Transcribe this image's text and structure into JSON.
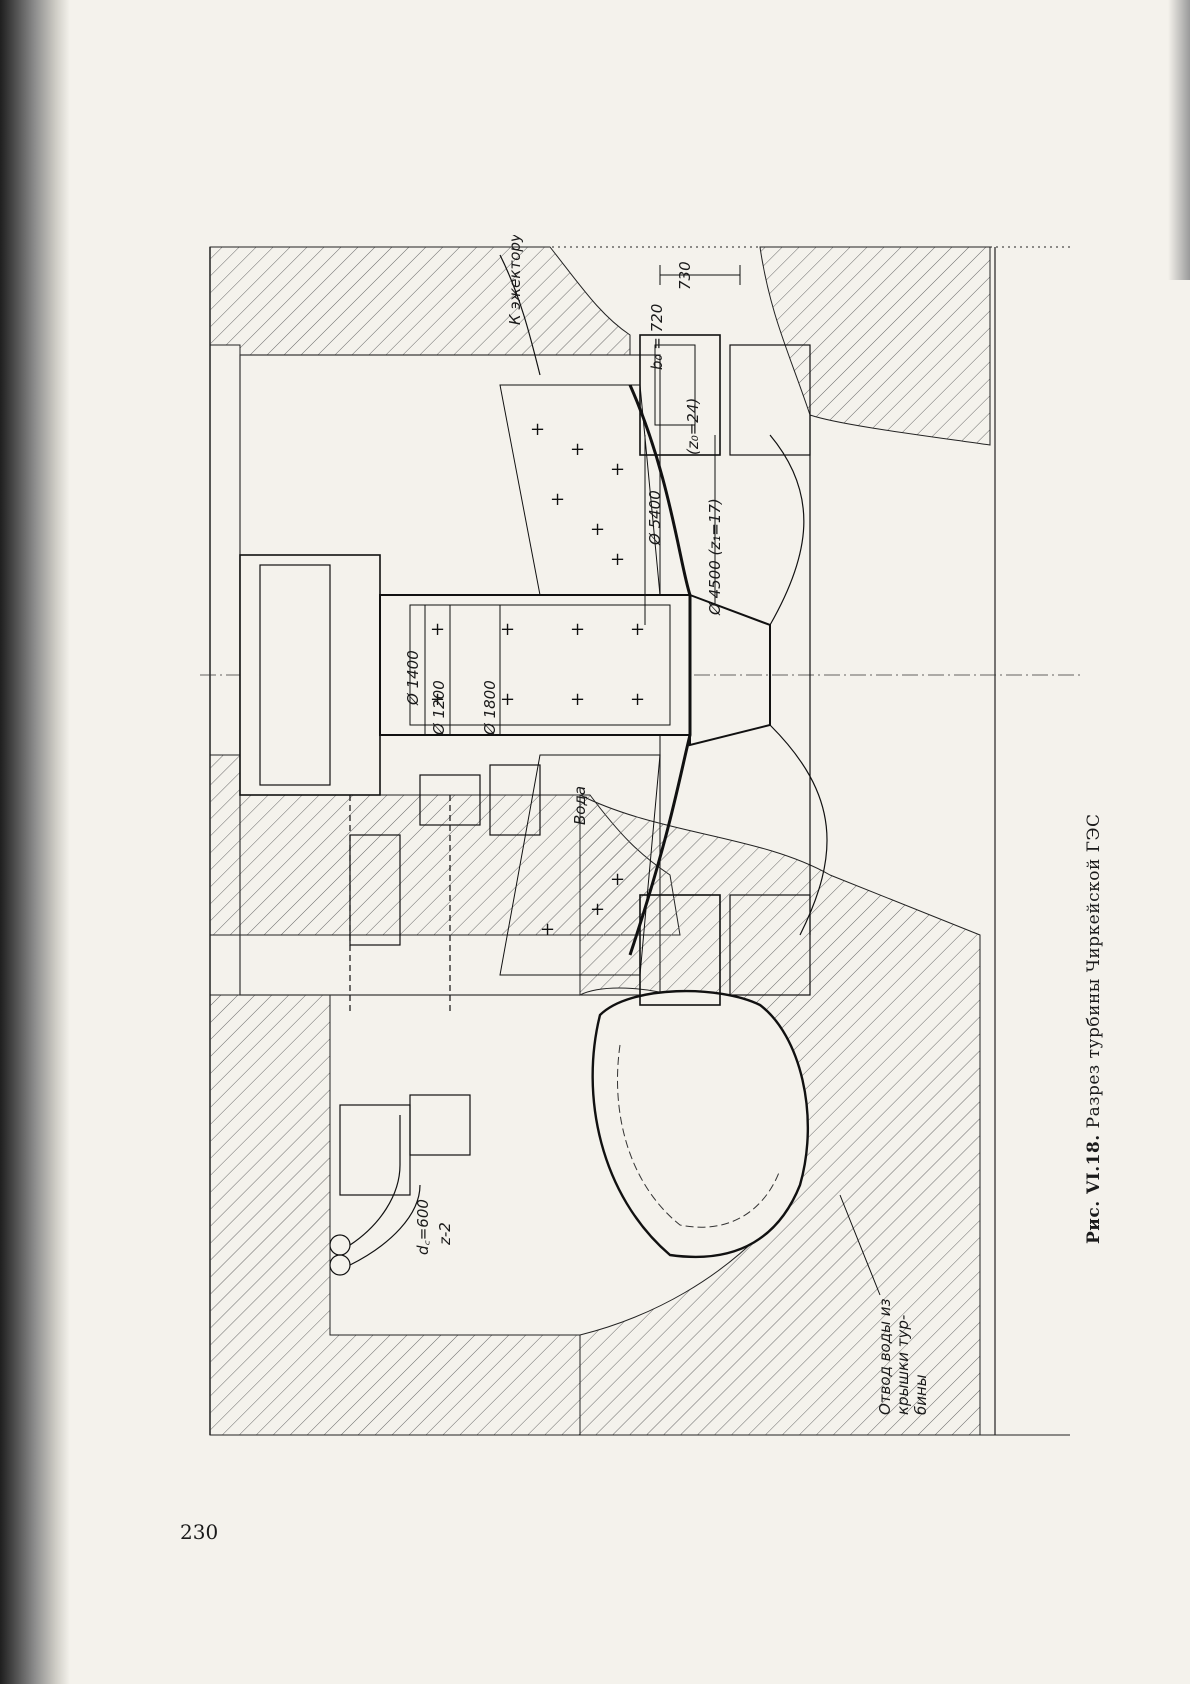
{
  "page": {
    "number": "230"
  },
  "caption": {
    "label": "Рис. VI.18.",
    "text": "Разрез турбины Чиркейской ГЭС"
  },
  "drawing": {
    "labels": {
      "ejector": "К эжектору",
      "dim_730": "730",
      "b0": "b₀ = 720",
      "z0": "(z₀=24)",
      "d5400": "Ø 5400",
      "d4500": "Ø 4500 (z₁=17)",
      "d1400": "Ø 1400",
      "d1200": "Ø 1200",
      "d1800": "Ø 1800",
      "water": "Вода",
      "dc": "d꜀=600",
      "z22": "z-2",
      "drain_1": "Отвод воды из",
      "drain_2": "крышки тур-",
      "drain_3": "бины"
    }
  }
}
